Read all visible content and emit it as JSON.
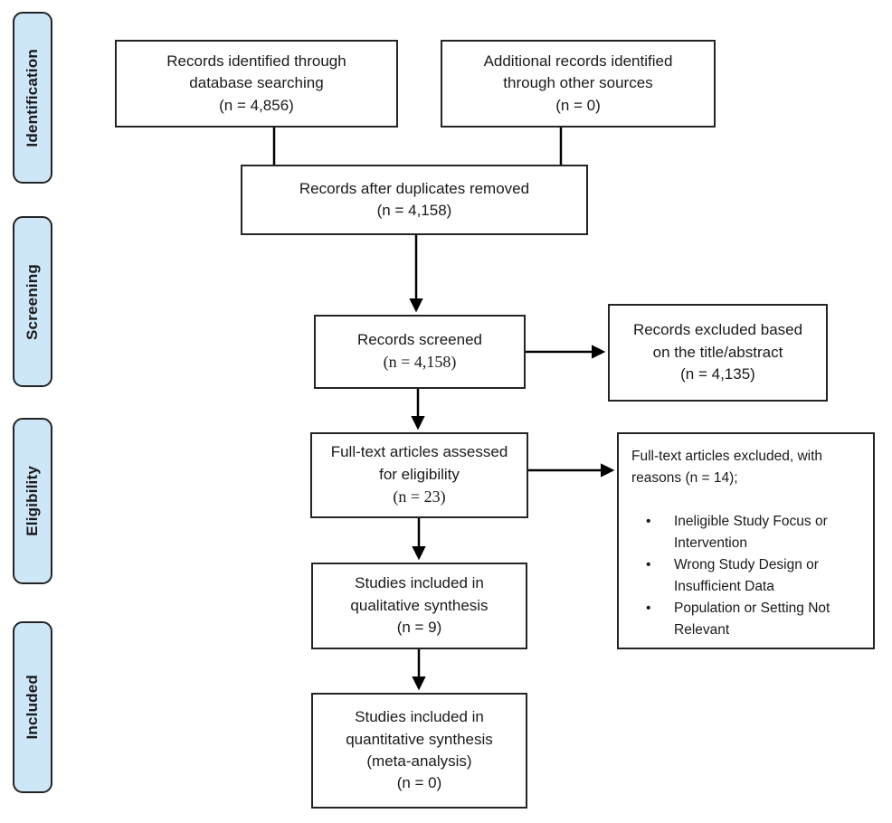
{
  "diagram_type": "PRISMA flow diagram",
  "colors": {
    "background": "#ffffff",
    "stage_fill": "#cee7f8",
    "stage_border": "#242424",
    "box_border": "#242424",
    "text": "#1a1a1a",
    "arrow": "#000000"
  },
  "stages": [
    {
      "label": "Identification"
    },
    {
      "label": "Screening"
    },
    {
      "label": "Eligibility"
    },
    {
      "label": "Included"
    }
  ],
  "boxes": {
    "identified_db": {
      "label": "Records identified through database searching",
      "count": "(n = 4,856)"
    },
    "identified_other": {
      "label": "Additional records identified through other sources",
      "count": "(n = 0)"
    },
    "duplicates_removed": {
      "label": "Records after duplicates removed",
      "count": "(n = 4,158)"
    },
    "screened": {
      "label": "Records screened",
      "count": "(n = 4,158)"
    },
    "excluded_title_abstract": {
      "label": "Records excluded based on the title/abstract",
      "count": "(n = 4,135)"
    },
    "fulltext_assessed": {
      "label": "Full-text articles assessed for eligibility",
      "count": "(n = 23)"
    },
    "fulltext_excluded": {
      "title": "Full-text articles excluded, with reasons (n = 14);",
      "bullets": [
        "Ineligible Study Focus or Intervention",
        "Wrong Study Design or Insufficient Data",
        "Population or Setting Not Relevant"
      ]
    },
    "qualitative": {
      "label": "Studies included in qualitative synthesis",
      "count": "(n = 9)"
    },
    "quantitative": {
      "label": "Studies included in quantitative synthesis",
      "sub": "(meta-analysis)",
      "count": "(n = 0)"
    }
  }
}
